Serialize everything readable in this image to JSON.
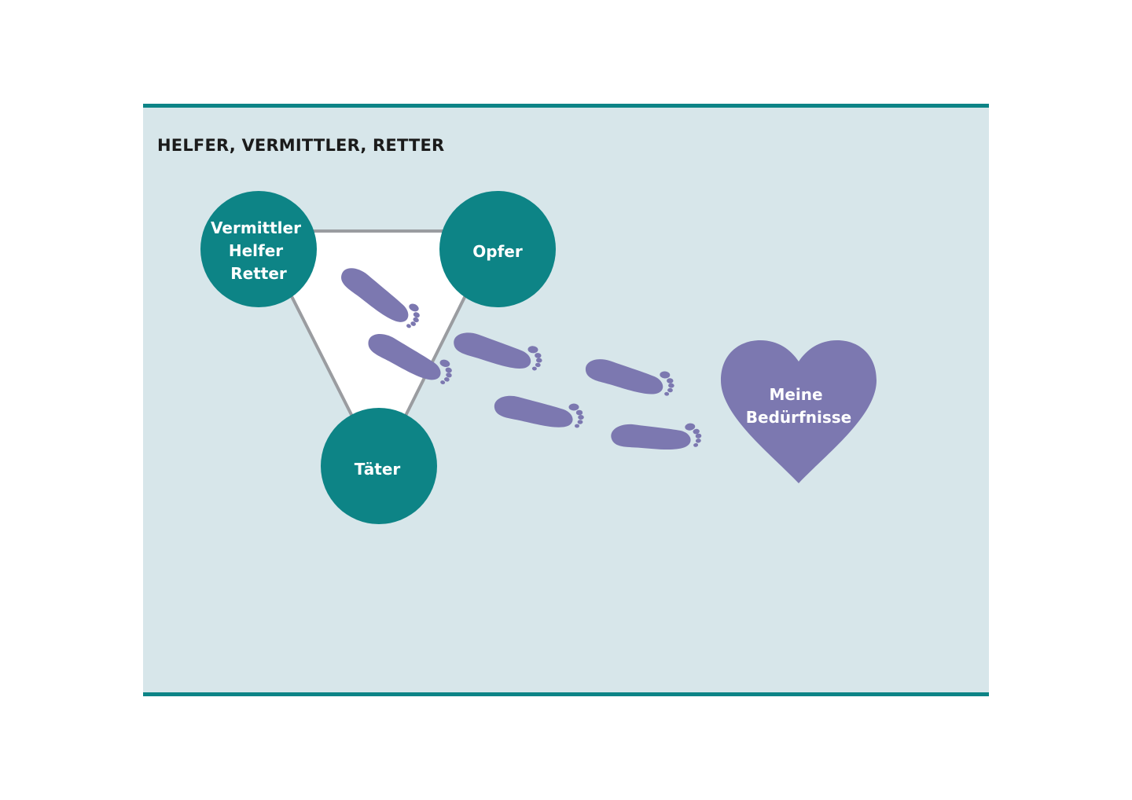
{
  "diagram": {
    "title": "HELFER, VERMITTLER, RETTER",
    "nodes": {
      "vermittler": {
        "lines": [
          "Vermittler",
          "Helfer",
          "Retter"
        ]
      },
      "opfer": {
        "lines": [
          "Opfer"
        ]
      },
      "taeter": {
        "lines": [
          "Täter"
        ]
      }
    },
    "heart": {
      "lines": [
        "Meine",
        "Bedürfnisse"
      ]
    }
  },
  "colors": {
    "frame": "#0d8486",
    "panel_background": "#d7e6ea",
    "circle": "#0d8486",
    "triangle_line": "#9a9ca0",
    "footprint": "#7c78b0",
    "heart": "#7c78b0"
  }
}
